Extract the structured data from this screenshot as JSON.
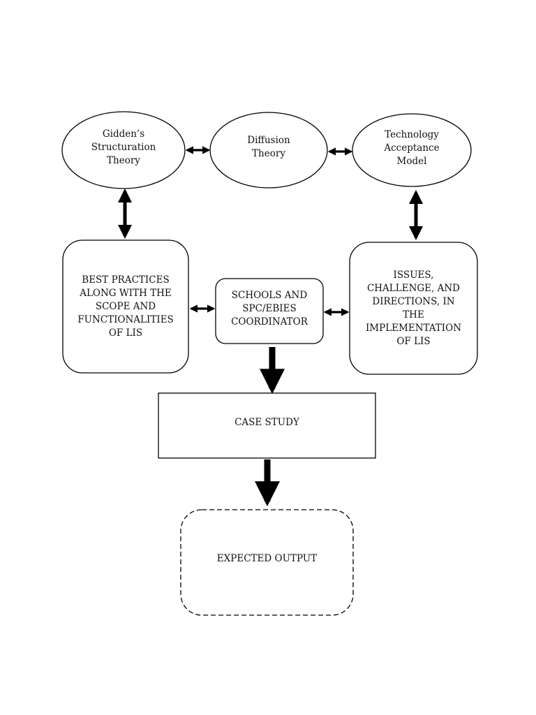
{
  "nodes": {
    "giddens": "Gidden’s\nStructuration\nTheory",
    "diffusion": "Diffusion\nTheory",
    "tam": "Technology\nAcceptance\nModel",
    "best_practices": "BEST PRACTICES\nALONG WITH THE\nSCOPE AND\nFUNCTIONALITIES\nOF LIS",
    "schools": "SCHOOLS AND\nSPC/EBIES\nCOORDINATOR",
    "issues": "ISSUES,\nCHALLENGE, AND\nDIRECTIONS, IN\nTHE\nIMPLEMENTATION\nOF LIS",
    "case_study": "CASE STUDY",
    "expected_output": "EXPECTED OUTPUT"
  }
}
